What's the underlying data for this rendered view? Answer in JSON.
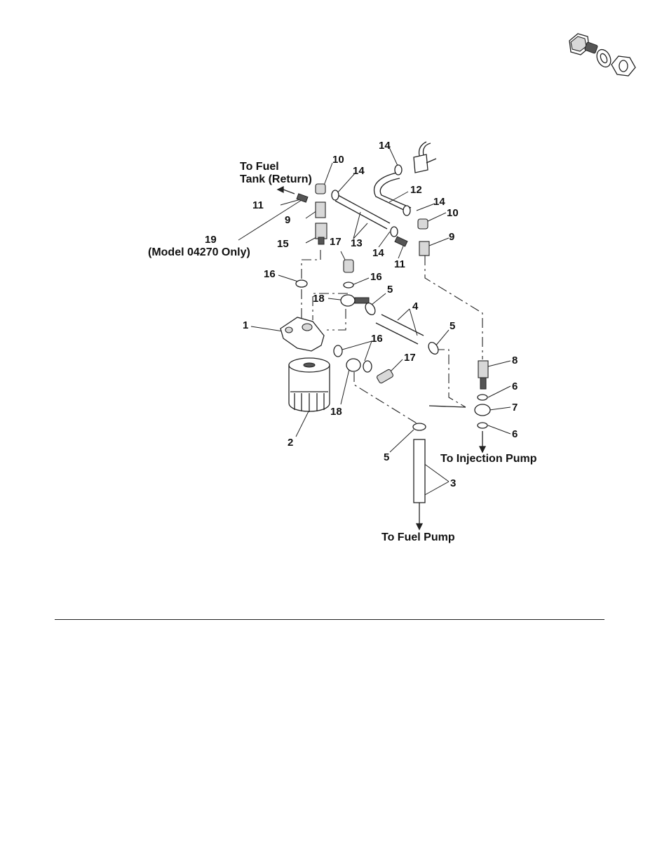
{
  "diagram": {
    "callouts": {
      "c1": "1",
      "c2": "2",
      "c3": "3",
      "c4": "4",
      "c5a": "5",
      "c5b": "5",
      "c5c": "5",
      "c6a": "6",
      "c6b": "6",
      "c7": "7",
      "c8": "8",
      "c9a": "9",
      "c9b": "9",
      "c10a": "10",
      "c10b": "10",
      "c11a": "11",
      "c11b": "11",
      "c12": "12",
      "c13": "13",
      "c14a": "14",
      "c14b": "14",
      "c14c": "14",
      "c14d": "14",
      "c15": "15",
      "c16a": "16",
      "c16b": "16",
      "c16c": "16",
      "c17a": "17",
      "c17b": "17",
      "c18a": "18",
      "c18b": "18",
      "c19": "19"
    },
    "captions": {
      "fuel_tank_line1": "To Fuel",
      "fuel_tank_line2": "Tank (Return)",
      "model_note": "(Model 04270 Only)",
      "injection_pump": "To Injection Pump",
      "fuel_pump": "To Fuel Pump"
    }
  }
}
